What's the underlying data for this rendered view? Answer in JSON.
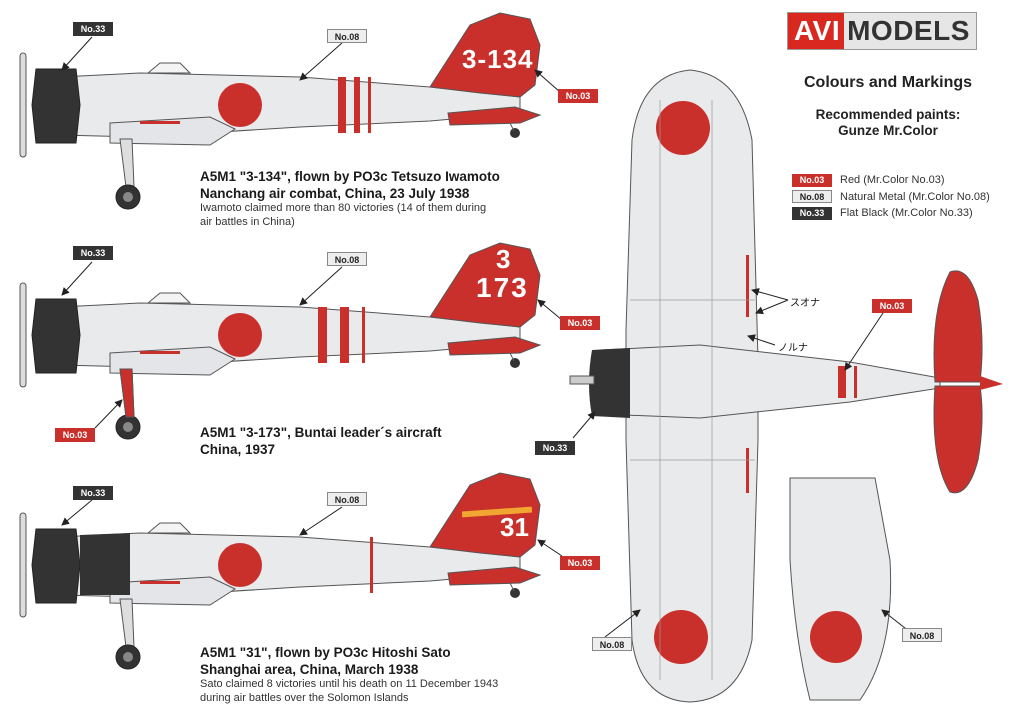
{
  "brand": {
    "part1": "AVI",
    "part2": "MODELS"
  },
  "heading": "Colours and Markings",
  "subheading": [
    "Recommended paints:",
    "Gunze Mr.Color"
  ],
  "paints": [
    {
      "code": "No.03",
      "name": "Red (Mr.Color No.03)",
      "color": "#c9302c"
    },
    {
      "code": "No.08",
      "name": "Natural Metal (Mr.Color No.08)",
      "color": "#e8e8e8"
    },
    {
      "code": "No.33",
      "name": "Flat Black (Mr.Color No.33)",
      "color": "#333333"
    }
  ],
  "tags": {
    "no03": "No.03",
    "no08": "No.08",
    "no33": "No.33"
  },
  "aircraft": [
    {
      "tail_code": "3-134",
      "title": [
        "A5M1 \"3-134\", flown by PO3c Tetsuzo Iwamoto",
        "Nanchang air combat, China, 23 July 1938"
      ],
      "note": [
        "Iwamoto claimed more than 80 victories (14 of them during",
        "air battles in China)"
      ]
    },
    {
      "tail_code_top": "3",
      "tail_code_bottom": "173",
      "title": [
        "A5M1 \"3-173\", Buntai leader´s aircraft",
        "China, 1937"
      ],
      "note": []
    },
    {
      "tail_code": "31",
      "title": [
        "A5M1 \"31\", flown by PO3c Hitoshi Sato",
        "Shanghai area, China, March 1938"
      ],
      "note": [
        "Sato claimed 8 victories until his death on 11 December 1943",
        "during air battles over the Solomon Islands"
      ]
    }
  ],
  "stencils": {
    "top": "スオナ",
    "bottom": "ノルナ"
  },
  "colors": {
    "red": "#c9302c",
    "metal": "#e9eaec",
    "black": "#333333",
    "outline": "#555555"
  }
}
